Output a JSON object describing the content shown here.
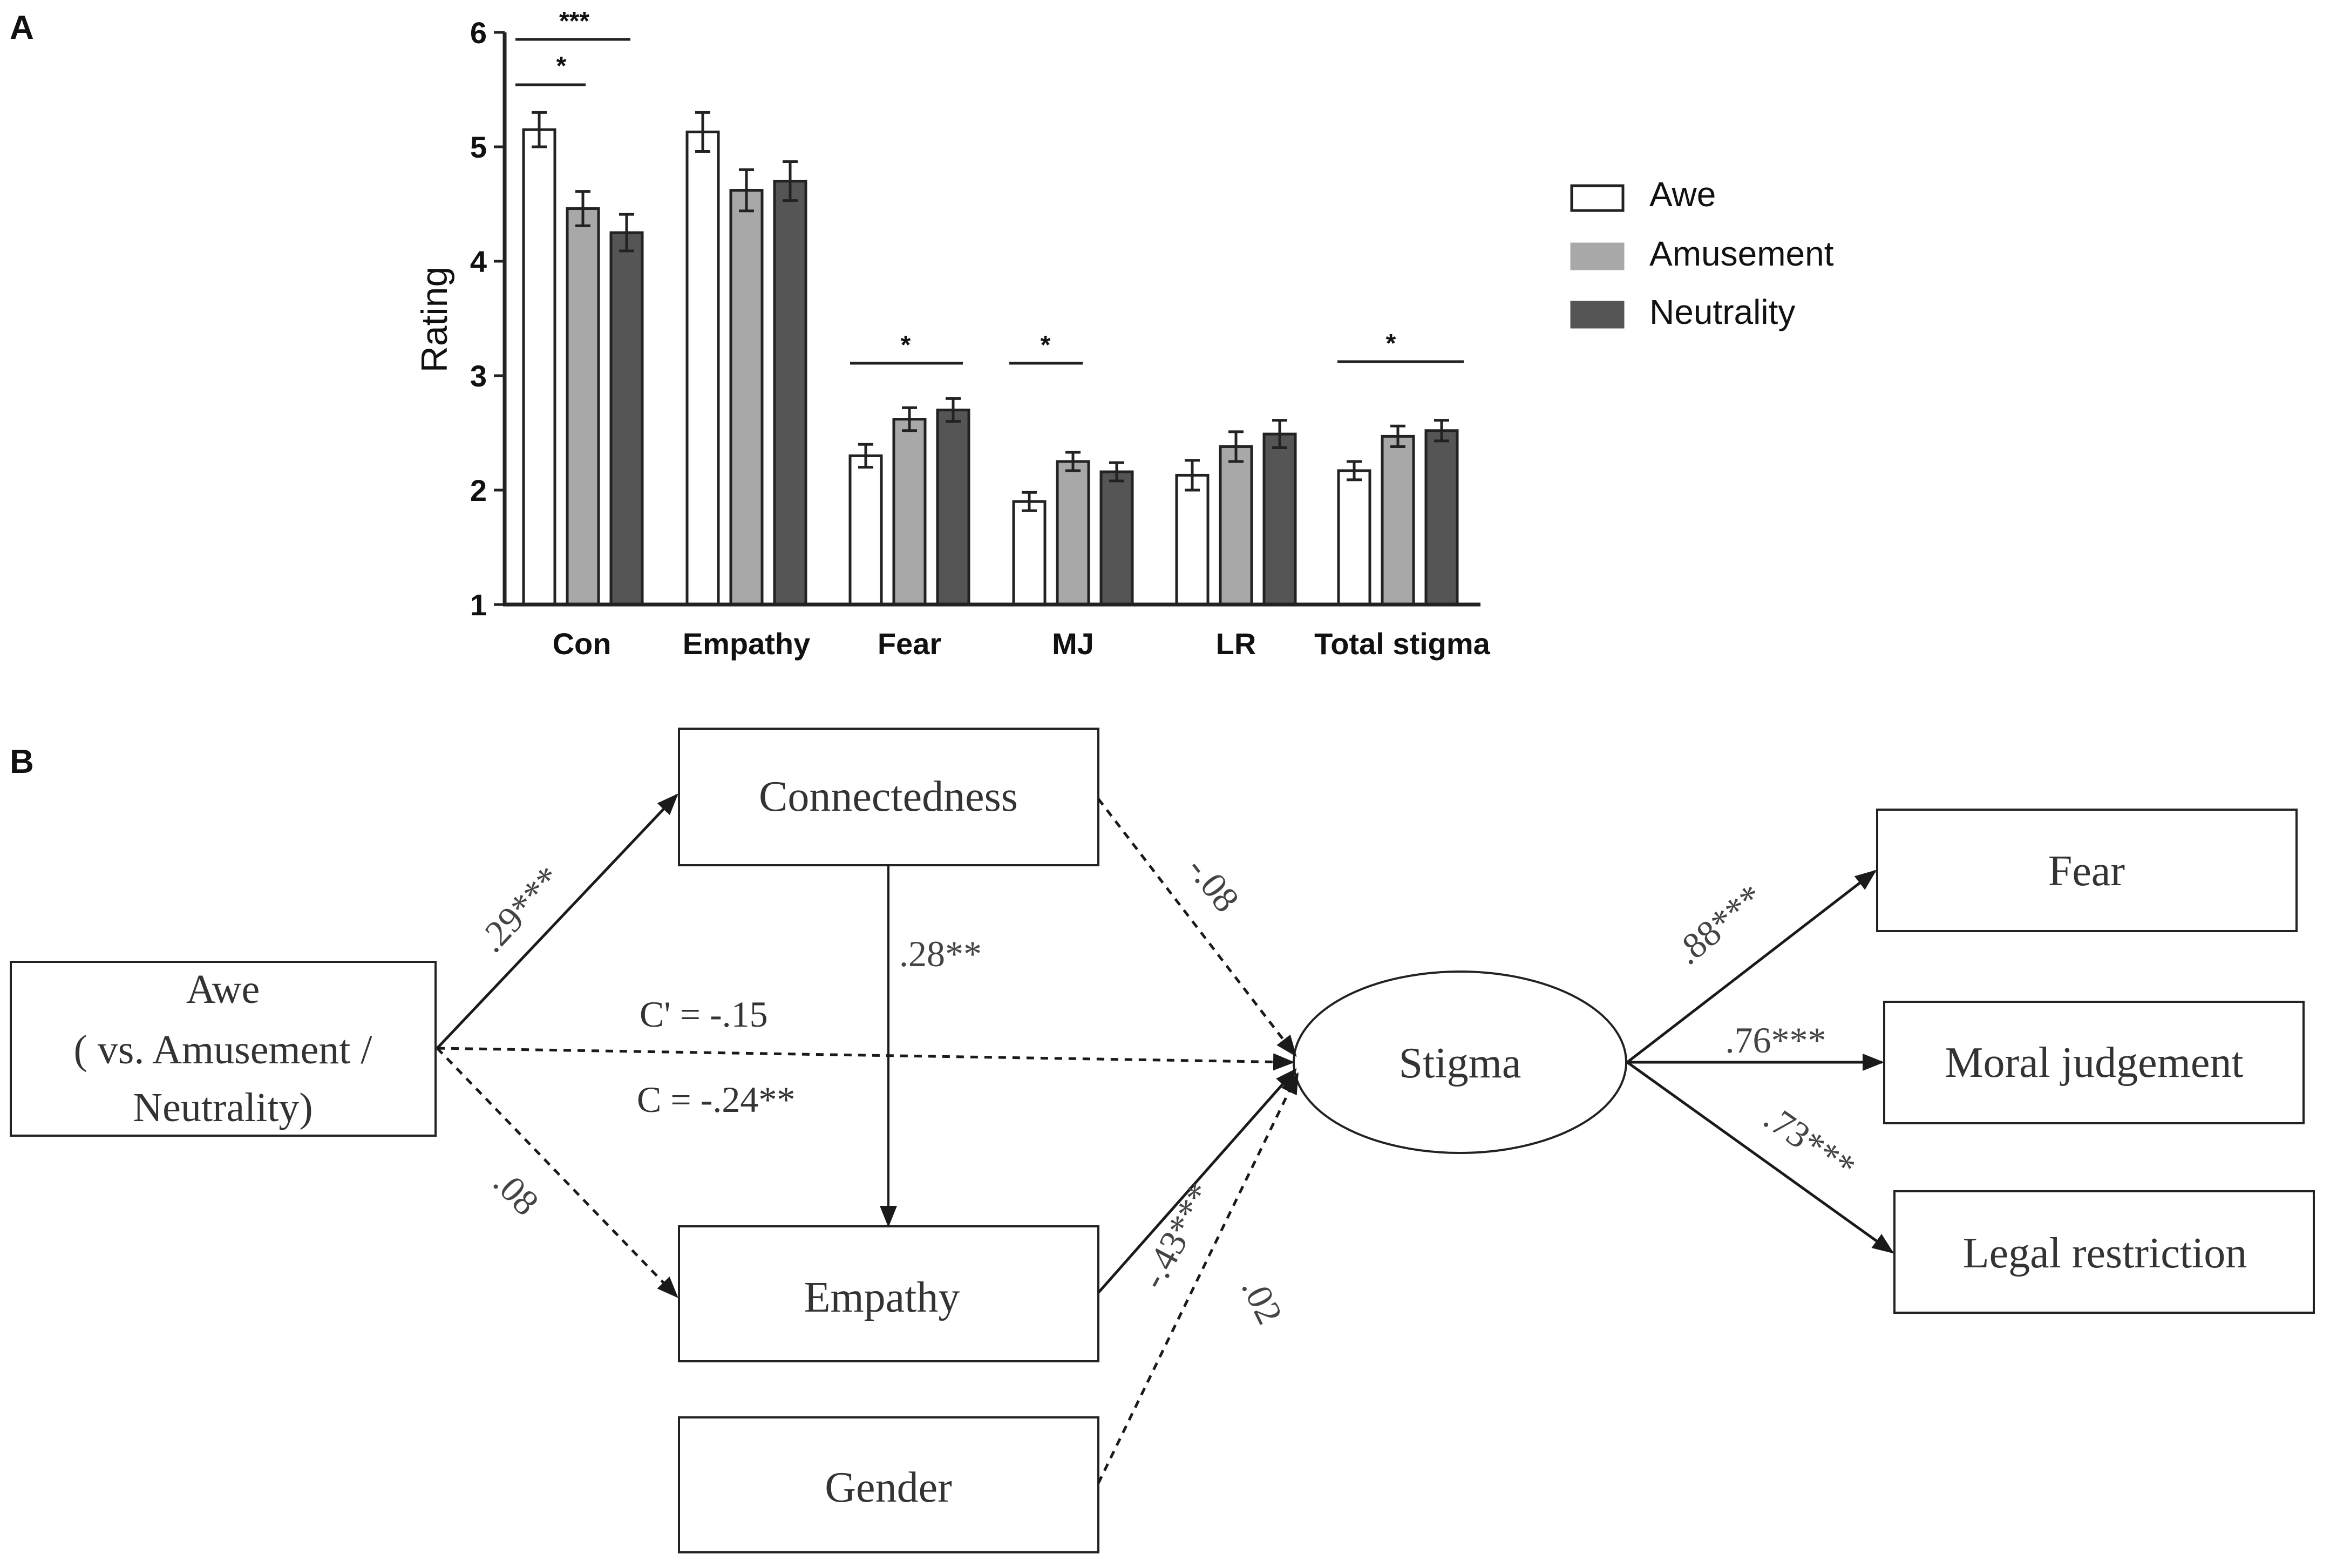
{
  "panels": {
    "a_label": "A",
    "b_label": "B"
  },
  "chart_data": {
    "type": "bar",
    "title": "",
    "xlabel": "",
    "ylabel": "Rating",
    "ylim": [
      1,
      6
    ],
    "yticks": [
      1,
      2,
      3,
      4,
      5,
      6
    ],
    "categories": [
      "Con",
      "Empathy",
      "Fear",
      "MJ",
      "LR",
      "Total stigma"
    ],
    "series": [
      {
        "name": "Awe",
        "color": "#ffffff",
        "values": [
          5.15,
          5.13,
          2.3,
          1.9,
          2.13,
          2.17
        ],
        "errors": [
          0.15,
          0.17,
          0.1,
          0.08,
          0.13,
          0.08
        ]
      },
      {
        "name": "Amusement",
        "color": "#a8a8a8",
        "values": [
          4.46,
          4.62,
          2.62,
          2.25,
          2.38,
          2.47
        ],
        "errors": [
          0.15,
          0.18,
          0.1,
          0.08,
          0.13,
          0.09
        ]
      },
      {
        "name": "Neutrality",
        "color": "#555555",
        "values": [
          4.25,
          4.7,
          2.7,
          2.16,
          2.49,
          2.52
        ],
        "errors": [
          0.16,
          0.17,
          0.1,
          0.08,
          0.12,
          0.09
        ]
      }
    ],
    "legend_position": "right",
    "grid": false,
    "significance": [
      {
        "category": "Con",
        "from_series": "Awe",
        "to_series": "Neutrality",
        "label": "***"
      },
      {
        "category": "Con",
        "from_series": "Awe",
        "to_series": "Amusement",
        "label": "*"
      },
      {
        "category": "Fear",
        "from_series": "Awe",
        "to_series": "Neutrality",
        "label": "*"
      },
      {
        "category": "MJ",
        "from_series": "Awe",
        "to_series": "Amusement",
        "label": "*"
      },
      {
        "category": "Total stigma",
        "from_series": "Awe",
        "to_series": "Neutrality",
        "label": "*"
      }
    ]
  },
  "diagram": {
    "nodes": {
      "connectedness": "Connectedness",
      "awe_line1": "Awe",
      "awe_line2": "( vs. Amusement /",
      "awe_line3": "Neutrality)",
      "empathy": "Empathy",
      "gender": "Gender",
      "stigma": "Stigma",
      "fear": "Fear",
      "moral": "Moral judgement",
      "legal": "Legal restriction"
    },
    "paths": {
      "awe_conn": ".29***",
      "conn_emp": ".28**",
      "conn_stigma": "-.08",
      "c_prime": "C' = -.15",
      "c_total": "C = -.24**",
      "awe_emp": ".08",
      "emp_stigma": "-.43***",
      "gender_stigma": ".02",
      "stigma_fear": ".88***",
      "stigma_moral": ".76***",
      "stigma_legal": ".73***"
    }
  }
}
